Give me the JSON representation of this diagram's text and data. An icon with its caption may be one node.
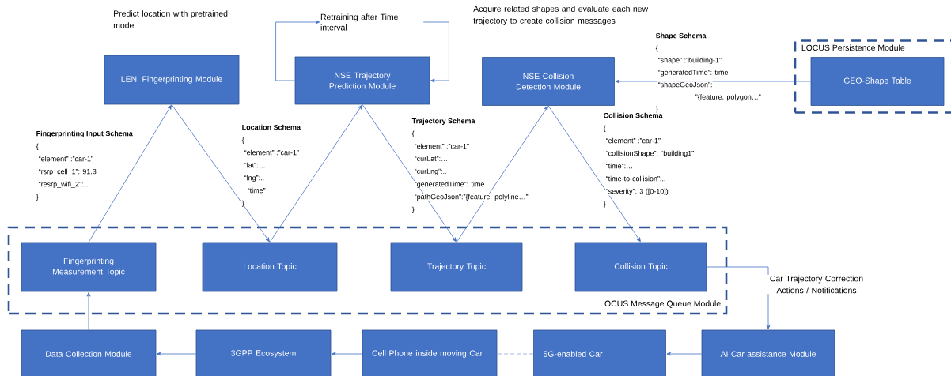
{
  "diagram": {
    "nodes": [
      {
        "text": [
          "LEN: Fingerprinting Module"
        ]
      },
      {
        "text": [
          "NSE Trajectory Prediction Module"
        ]
      },
      {
        "text": [
          "NSE Collision Detection Module"
        ]
      },
      {
        "text": [
          "LOCUS Persistence Module"
        ]
      },
      {
        "text": [
          "GEO-Shape Table"
        ],
        "in": 3
      },
      {
        "text": [
          "LOCUS Message Queue Module"
        ]
      },
      {
        "text": [
          "Fingerprinting Measurement Topic"
        ],
        "in": 5
      },
      {
        "text": [
          "Location Topic"
        ],
        "in": 5
      },
      {
        "text": [
          "Trajectory Topic"
        ],
        "in": 5
      },
      {
        "text": [
          "Collision Topic"
        ],
        "in": 5
      },
      {
        "text": [
          "Data Collection Module"
        ]
      },
      {
        "text": [
          "3GPP Ecosystem"
        ]
      },
      {
        "text": [
          "Cell Phone inside moving Car"
        ]
      },
      {
        "text": [
          "5G-enabled Car"
        ]
      },
      {
        "text": [
          "AI Car assistance Module"
        ]
      },
      {
        "text": [
          "Retraining after Time interval"
        ]
      }
    ],
    "edges": [
      {
        "from": 6,
        "to": 0,
        "arrow": "to"
      },
      {
        "from": 0,
        "to": 7,
        "arrow": "to"
      },
      {
        "from": 7,
        "to": 1,
        "arrow": "to"
      },
      {
        "from": 1,
        "to": 8,
        "arrow": "to"
      },
      {
        "from": 8,
        "to": 2,
        "arrow": "to"
      },
      {
        "from": 2,
        "to": 9,
        "arrow": "to"
      },
      {
        "from": 4,
        "to": 2,
        "arrow": "to"
      },
      {
        "from": 9,
        "to": 14,
        "arrow": "to",
        "label": "Car Trajectory Correction Actions / Notifications"
      },
      {
        "from": 14,
        "to": 13,
        "arrow": "to"
      },
      {
        "from": 13,
        "to": 12,
        "arrow": "none",
        "style": "dashed",
        "color": "#8faadc"
      },
      {
        "from": 12,
        "to": 11,
        "arrow": "to"
      },
      {
        "from": 11,
        "to": 10,
        "arrow": "to"
      },
      {
        "from": 10,
        "to": 6,
        "arrow": "to"
      },
      {
        "from": 1,
        "to": 15,
        "arrow": "to"
      },
      {
        "from": 15,
        "to": 1,
        "arrow": "to"
      }
    ],
    "labels": [
      "Predict location with pretrained model",
      "Acquire related shapes and evaluate each new trajectory to create collision messages",
      "Shape Schema",
      "{",
      "“shape” :”building-1”",
      "“generatedTime”: time",
      "“shapeGeoJson”:",
      "”{feature: polygon…”",
      "}",
      "Fingerprinting Input Schema",
      "{",
      "“element” :”car-1”",
      "“rsrp_cell_1”: 91.3",
      "“resrp_wifi_2”:…",
      "}",
      "Location Schema",
      "{",
      "“element” :”car-1”",
      "“lat”:…",
      "“lng”:..",
      "“time”",
      "}",
      "Trajectory Schema",
      "{",
      "“element” :”car-1”",
      "“curLat”:…",
      "“curLng”:..",
      "“generatedTime”: time",
      "“pathGeoJson”:”{feature: polyline…”",
      "}",
      "Collision Schema",
      "{",
      "“element” :”car-1”",
      "“collisionShape”: “building1”",
      "“time”:…",
      "“time-to-collision”:..",
      "“severity”: 3 ([0-10])",
      "}"
    ]
  }
}
